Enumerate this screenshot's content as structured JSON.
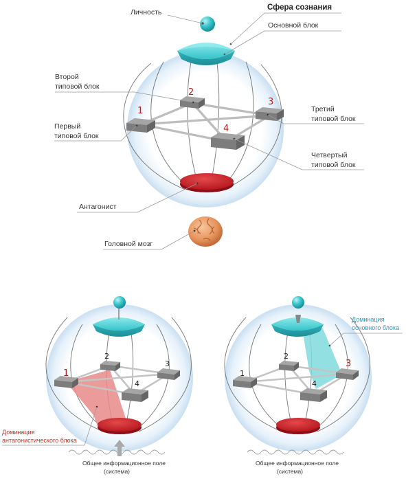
{
  "top": {
    "title": "Сфера сознания",
    "lichnost": "Личность",
    "osnovnoy": "Основной блок",
    "vtoroy": [
      "Второй",
      "типовой блок"
    ],
    "pervyy": [
      "Первый",
      "типовой блок"
    ],
    "tretiy": [
      "Третий",
      "типовой блок"
    ],
    "chetvertyy": [
      "Четвертый",
      "типовой блок"
    ],
    "antagonist": "Антагонист",
    "mozg": "Головной мозг",
    "numbers": [
      "1",
      "2",
      "3",
      "4"
    ]
  },
  "bottom_left": {
    "domination": [
      "Доминация",
      "антагонистического блока"
    ],
    "field": [
      "Общее информационное поле",
      "(система)"
    ],
    "numbers": [
      "1",
      "2",
      "3",
      "4"
    ]
  },
  "bottom_right": {
    "domination": [
      "Доминация",
      "основного блока"
    ],
    "field": [
      "Общее информационное поле",
      "(система)"
    ],
    "numbers": [
      "1",
      "2",
      "3",
      "4"
    ]
  },
  "colors": {
    "cyan": "#3ec9cf",
    "red": "#c8242a",
    "sphere_glow": "#dcedf8",
    "block": "#8e8e8e",
    "red_domination": "#e98a8a",
    "cyan_domination": "#7fdadd"
  }
}
